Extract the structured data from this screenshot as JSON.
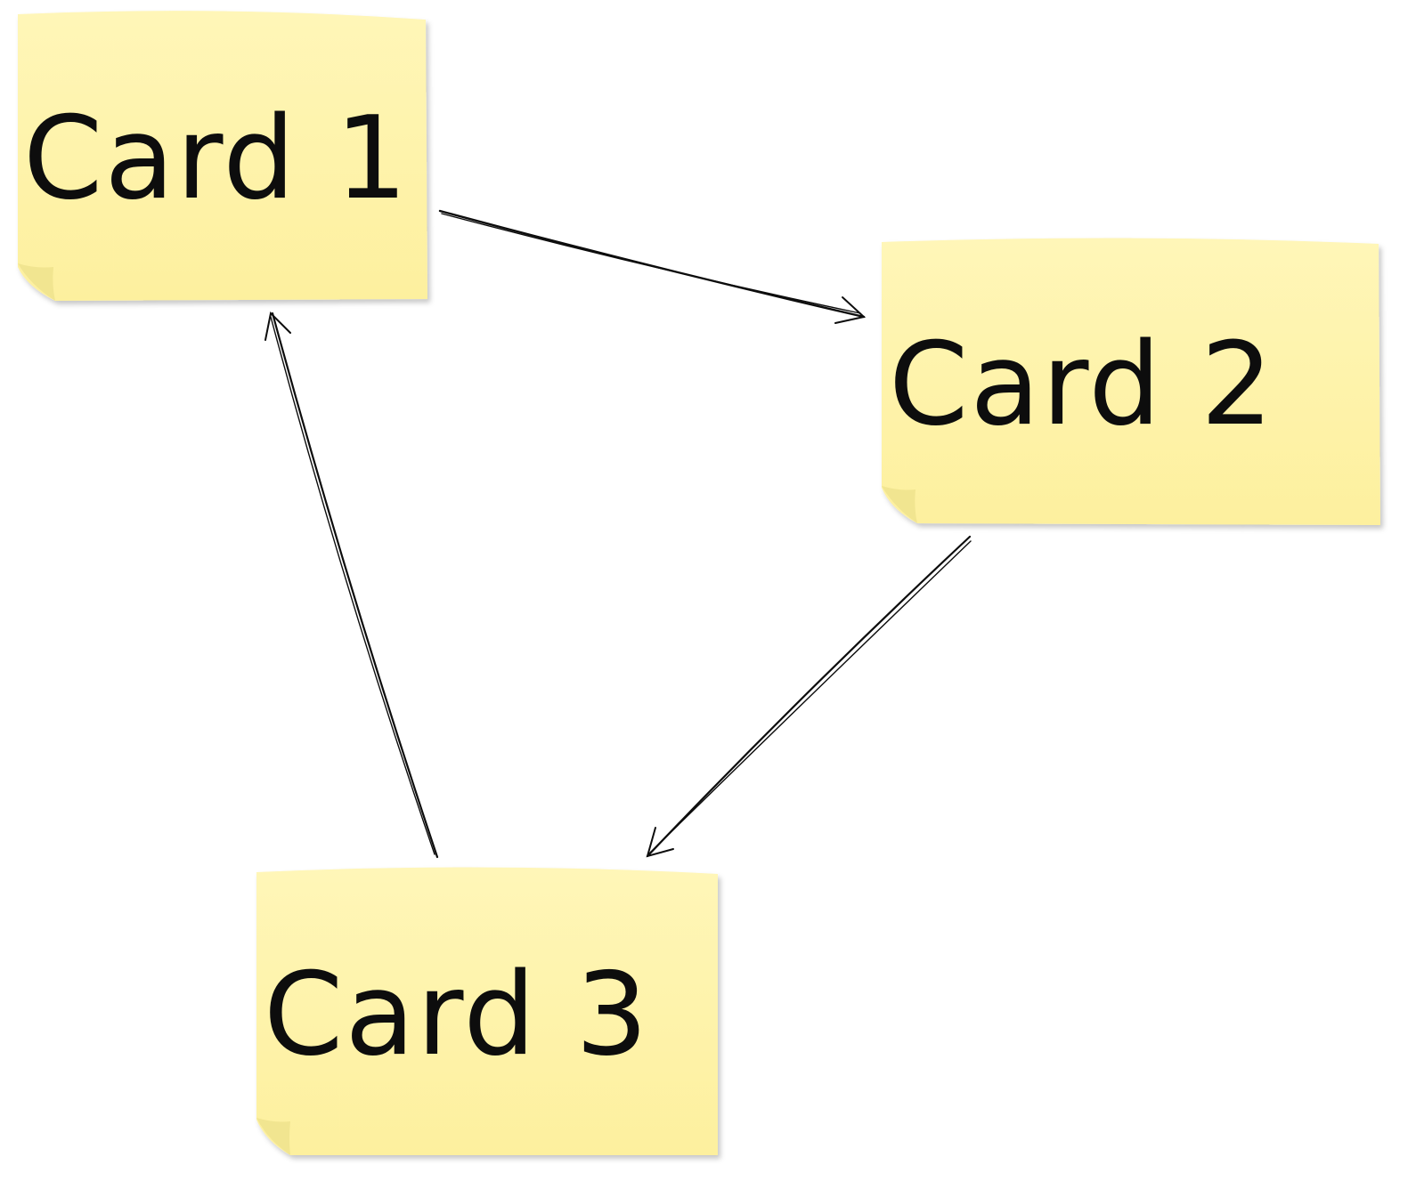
{
  "diagram": {
    "cards": [
      {
        "id": "card-1",
        "label": "Card 1"
      },
      {
        "id": "card-2",
        "label": "Card 2"
      },
      {
        "id": "card-3",
        "label": "Card 3"
      }
    ],
    "connectors": [
      {
        "from": "card-1",
        "to": "card-2"
      },
      {
        "from": "card-2",
        "to": "card-3"
      },
      {
        "from": "card-3",
        "to": "card-1"
      }
    ],
    "colors": {
      "card_fill": "#fff5b4",
      "card_fold": "#f2e69a",
      "ink": "#0d0d0d",
      "background": "#ffffff"
    }
  }
}
